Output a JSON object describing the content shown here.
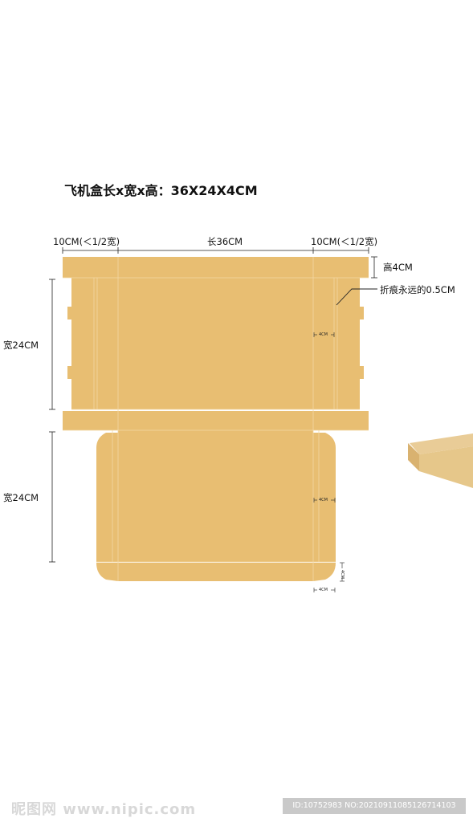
{
  "title": "飞机盒长x宽x高：36X24X4CM",
  "dimensions": {
    "left_flap": "10CM(＜1/2宽)",
    "length": "长36CM",
    "right_flap": "10CM(＜1/2宽)",
    "height": "高4CM",
    "crease": "折痕永远的0.5CM",
    "width_top": "宽24CM",
    "width_bottom": "宽24CM",
    "small_4cm_a": "4CM",
    "small_4cm_b": "4CM",
    "small_4cm_c": "4CM",
    "small_4cm_d": "4CM"
  },
  "colors": {
    "kraft": "#E8BE72",
    "fold_line": "#F3D9A6",
    "side_face": "#D9B270",
    "top_face": "#E9CC97"
  },
  "watermark": {
    "left": "昵图网 www.nipic.com",
    "id": "ID:10752983 NO:20210911085126714103"
  }
}
